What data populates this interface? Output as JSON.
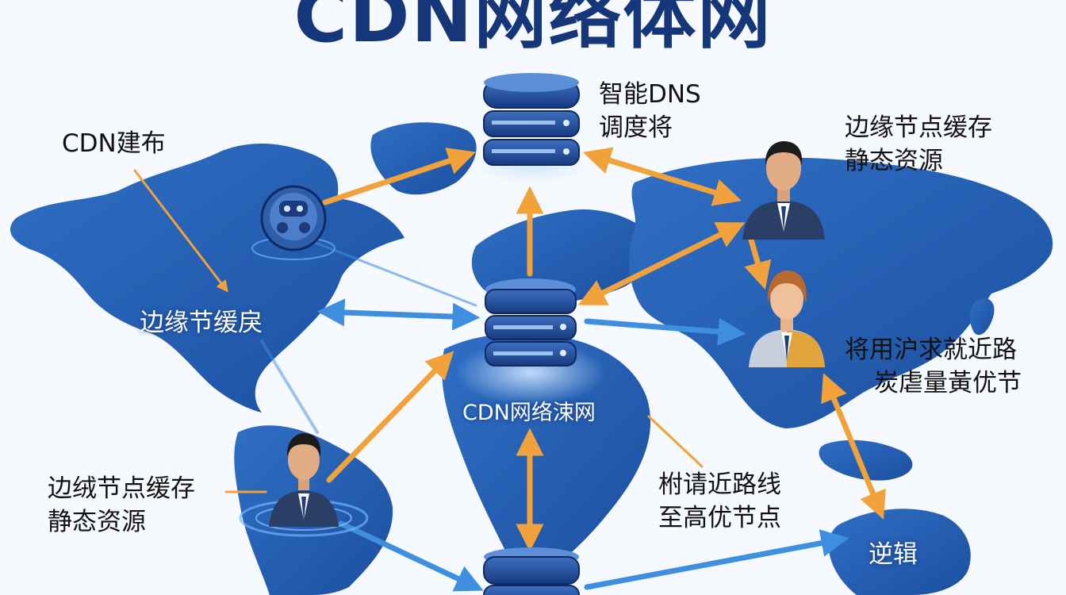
{
  "title": "CDN网络体网",
  "labels": {
    "cdn_deploy": "CDN建布",
    "smart_dns_line1": "智能DNS",
    "smart_dns_line2": "调度将",
    "edge_top_right_line1": "边缘节点缓存",
    "edge_top_right_line2": "静态资源",
    "edge_west": "边缘节缓戾",
    "user_request_line1": "将用沪求就近路",
    "user_request_line2": "炭虐量黃优节",
    "cdn_center": "CDN网络涑网",
    "edge_bottom_left_line1": "边绒节点缓存",
    "edge_bottom_left_line2": "静态资源",
    "route_line1": "柎请近路线",
    "route_line2": "至高优节点",
    "australia": "逆辑"
  },
  "colors": {
    "title": "#16367a",
    "map_blue": "#2a63b8",
    "arrow_orange": "#f2a23a",
    "arrow_blue": "#3f8fe0",
    "server_dark": "#1f3f86"
  },
  "icons": [
    "server-icon",
    "person-icon",
    "robot-sphere-icon"
  ]
}
